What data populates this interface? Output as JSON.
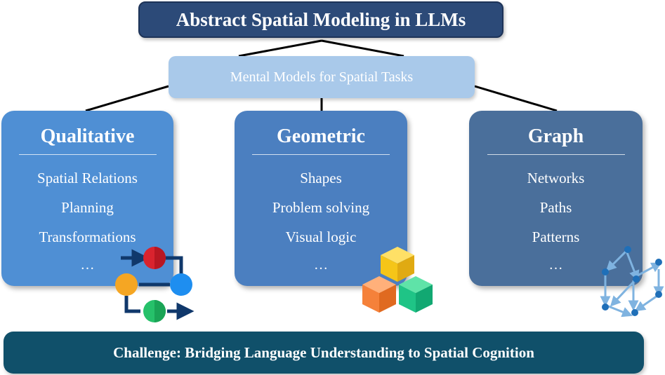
{
  "title": "Abstract Spatial Modeling in LLMs",
  "subtitle": "Mental Models for Spatial Tasks",
  "categories": [
    {
      "heading": "Qualitative",
      "items": [
        "Spatial Relations",
        "Planning",
        "Transformations"
      ],
      "ellipsis": "…",
      "icon": "flow-diagram-icon"
    },
    {
      "heading": "Geometric",
      "items": [
        "Shapes",
        "Problem solving",
        "Visual logic"
      ],
      "ellipsis": "…",
      "icon": "cube-stack-icon"
    },
    {
      "heading": "Graph",
      "items": [
        "Networks",
        "Paths",
        "Patterns"
      ],
      "ellipsis": "…",
      "icon": "network-graph-icon"
    }
  ],
  "challenge": "Challenge: Bridging Language Understanding to Spatial Cognition",
  "colors": {
    "title_bg": "#2c4a78",
    "subtitle_bg": "#a9c9ea",
    "qualitative_bg": "#4f8fd4",
    "geometric_bg": "#4b7fc0",
    "graph_bg": "#4a6f9b",
    "challenge_bg": "#10506a"
  }
}
